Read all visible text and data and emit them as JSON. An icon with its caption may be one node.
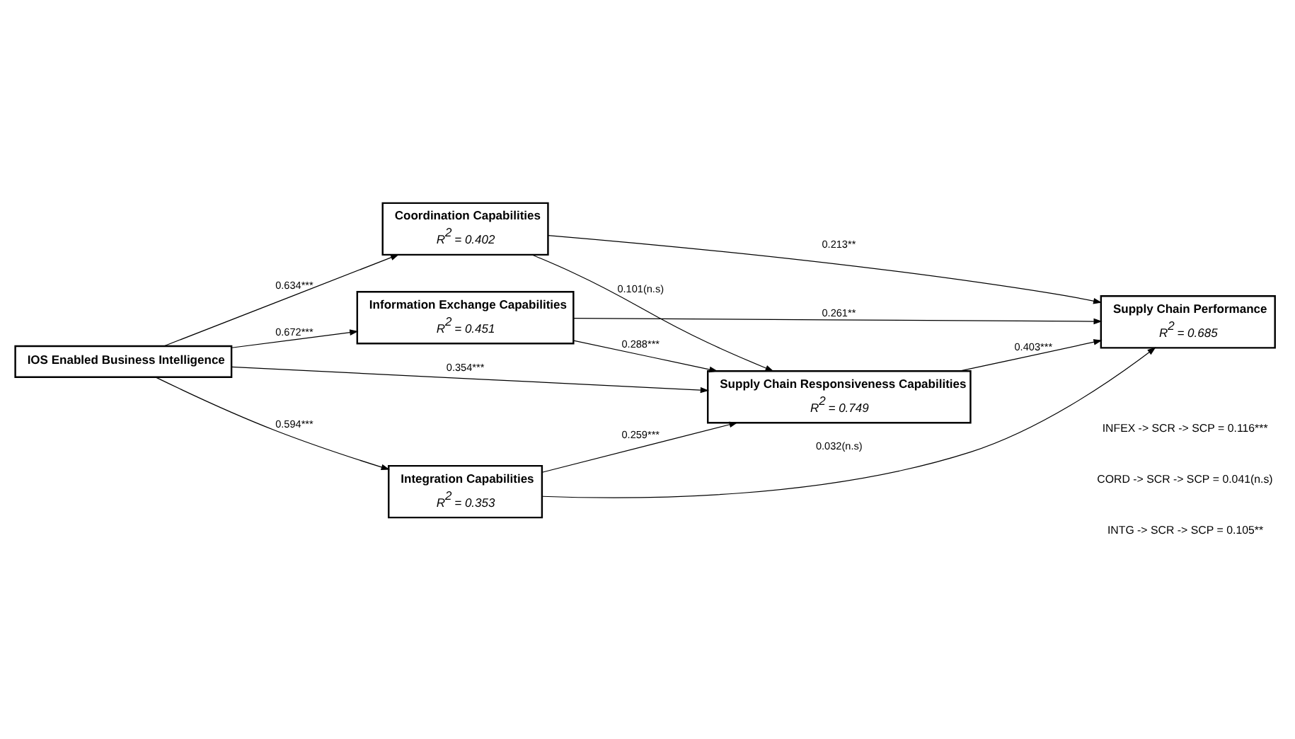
{
  "diagram": {
    "nodes": [
      {
        "text": [
          "Information Exchange Capabilities",
          "R$^{2}$ = 0.451"
        ]
      },
      {
        "text": [
          "Coordination Capabilities",
          "R$^{2}$ = 0.402"
        ]
      },
      {
        "text": [
          "IOS Enabled Business Intelligence"
        ]
      },
      {
        "text": [
          "Supply Chain Responsiveness Capabilities",
          "R$^{2}$ = 0.749"
        ]
      },
      {
        "text": [
          "Supply Chain Performance",
          "R$^{2}$ = 0.685"
        ]
      },
      {
        "text": [
          "Integration Capabilities",
          "R$^{2}$ = 0.353"
        ]
      }
    ],
    "edges": [
      {
        "from": 2,
        "to": 0,
        "arrow": "to",
        "label": "0.672***"
      },
      {
        "from": 2,
        "to": 1,
        "arrow": "to",
        "label": "0.634***"
      },
      {
        "from": 2,
        "to": 3,
        "arrow": "to",
        "label": "0.354***"
      },
      {
        "from": 2,
        "to": 5,
        "arrow": "to",
        "label": "0.594***"
      },
      {
        "from": 0,
        "to": 3,
        "arrow": "to",
        "label": "0.288***"
      },
      {
        "from": 0,
        "to": 4,
        "arrow": "to",
        "label": "0.261**"
      },
      {
        "from": 1,
        "to": 3,
        "arrow": "to",
        "label": "0.101(n.s)"
      },
      {
        "from": 1,
        "to": 4,
        "arrow": "to",
        "label": "0.213**"
      },
      {
        "from": 3,
        "to": 4,
        "arrow": "to",
        "label": "0.403***"
      },
      {
        "from": 5,
        "to": 3,
        "arrow": "to",
        "label": "0.259***"
      },
      {
        "from": 5,
        "to": 4,
        "arrow": "to",
        "label": "0.032(n.s)"
      }
    ],
    "labels": [
      "INFEX -> SCR -> SCP = 0.116***",
      "CORD -> SCR -> SCP = 0.041(n.s)",
      "INTG -> SCR -> SCP = 0.105**"
    ]
  }
}
